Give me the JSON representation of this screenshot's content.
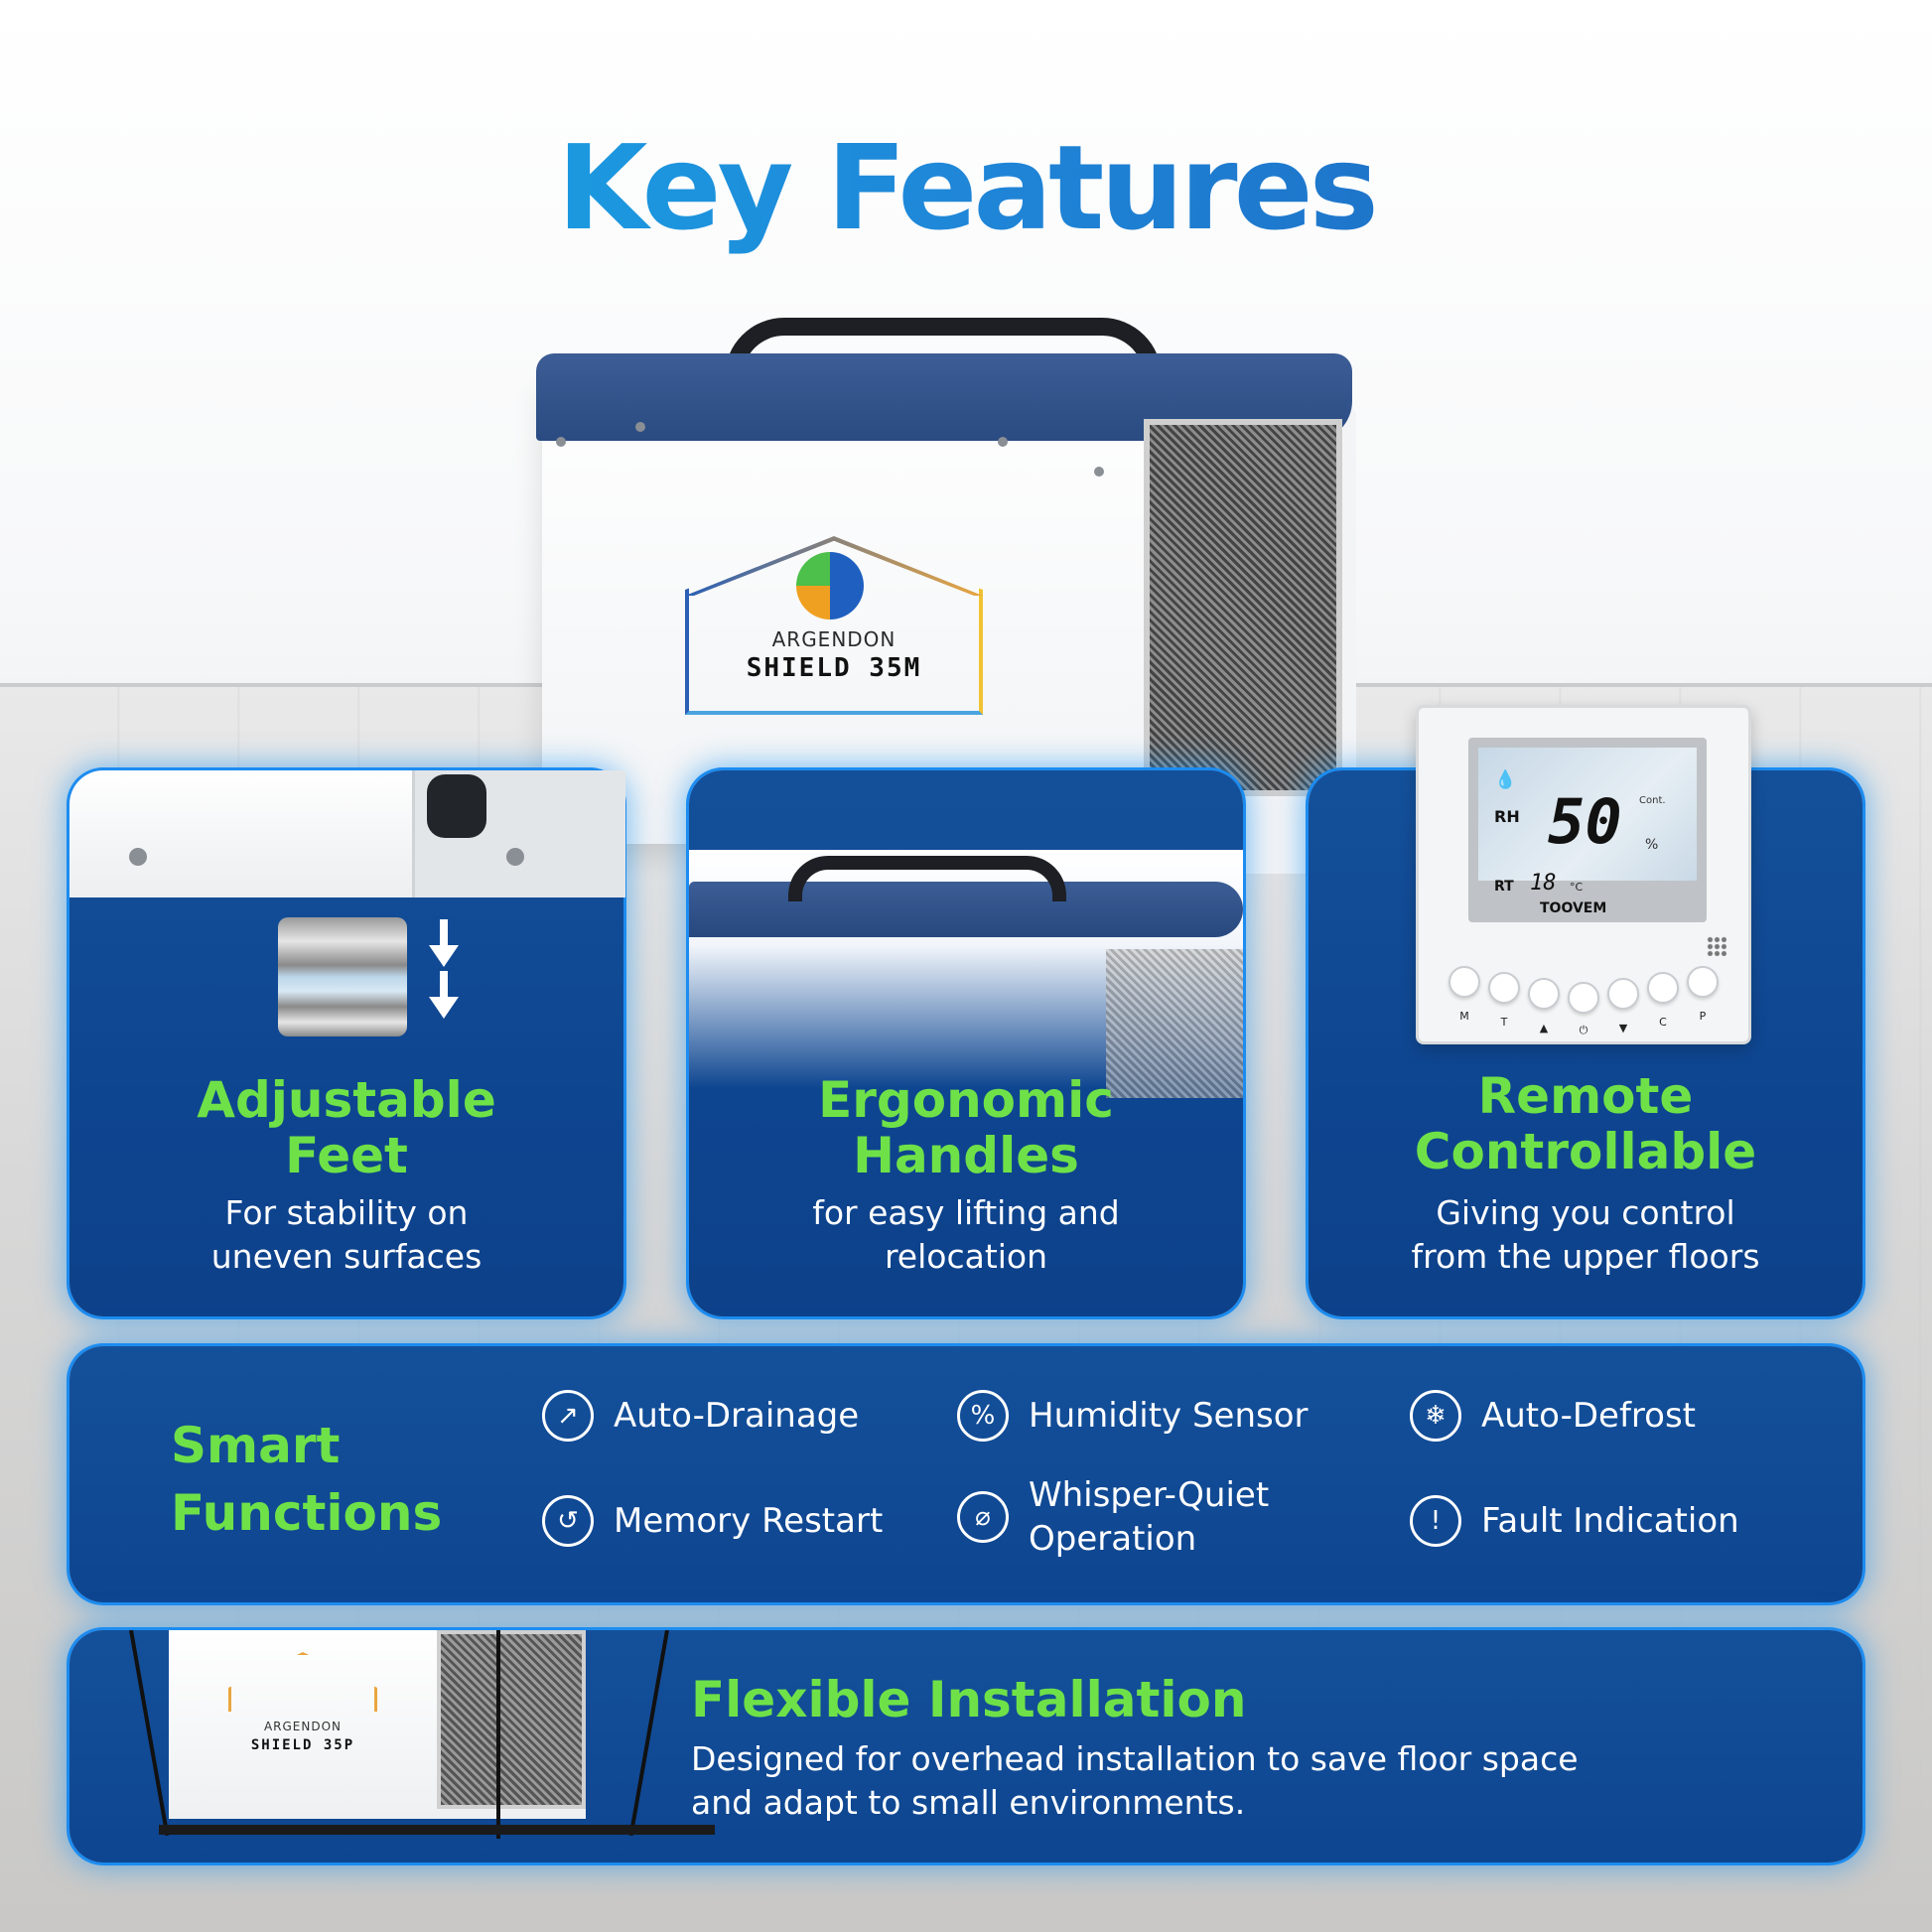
{
  "page": {
    "title": "Key Features"
  },
  "product": {
    "brand": "ARGENDON",
    "model": "SHIELD 35M"
  },
  "cards": [
    {
      "title": "Adjustable Feet",
      "desc_line1": "For stability on",
      "desc_line2": "uneven surfaces"
    },
    {
      "title_line1": "Ergonomic",
      "title_line2": "Handles",
      "desc_line1": "for easy lifting and",
      "desc_line2": "relocation"
    },
    {
      "title_line1": "Remote",
      "title_line2": "Controllable",
      "desc_line1": "Giving you control",
      "desc_line2": "from the upper floors"
    }
  ],
  "thermostat": {
    "rh_label": "RH",
    "rh_value": "50",
    "unit": "%",
    "cont": "Cont.",
    "rt_label": "RT",
    "rt_value": "18",
    "rt_unit": "°C",
    "brand": "TOOVEM",
    "buttons": [
      "M",
      "T",
      "▲",
      "⏻",
      "▼",
      "C",
      "P"
    ]
  },
  "smart": {
    "title_line1": "Smart",
    "title_line2": "Functions",
    "features": [
      {
        "label": "Auto-Drainage",
        "icon": "drainage-icon"
      },
      {
        "label": "Humidity Sensor",
        "icon": "humidity-icon"
      },
      {
        "label": "Auto-Defrost",
        "icon": "snowflake-icon"
      },
      {
        "label": "Memory Restart",
        "icon": "restart-icon"
      },
      {
        "label_line1": "Whisper-Quiet",
        "label_line2": "Operation",
        "icon": "mute-icon"
      },
      {
        "label": "Fault Indication",
        "icon": "alert-icon"
      }
    ]
  },
  "flex": {
    "title": "Flexible Installation",
    "desc_line1": "Designed for overhead installation to save floor space",
    "desc_line2": "and adapt to small environments.",
    "unit_brand": "ARGENDON",
    "unit_model": "SHIELD 35P"
  },
  "colors": {
    "accent_green": "#6fe148",
    "panel_blue": "#0e4590",
    "glow_blue": "#1c8cf0",
    "title_blue": "#1f86d8"
  }
}
